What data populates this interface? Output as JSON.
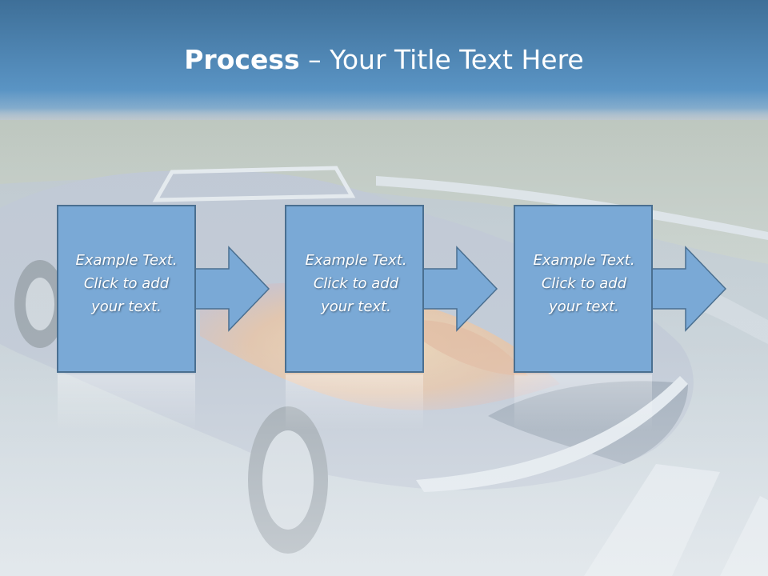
{
  "title": {
    "bold": "Process",
    "dash": " – ",
    "rest": "Your Title Text Here"
  },
  "steps": [
    {
      "text": "Example Text.\nClick  to add\nyour text."
    },
    {
      "text": "Example Text.\nClick  to add\nyour text."
    },
    {
      "text": "Example Text.\nClick  to add\nyour text."
    }
  ],
  "colors": {
    "title_band_top": "#3e6f98",
    "title_band_mid": "#5a94c4",
    "box_fill": "#7aa9d6",
    "box_stroke": "#4a6f90",
    "arrow_fill": "#7aa9d6",
    "overlay": "#dde6ee"
  },
  "background_image": "faded photo of a convertible hot rod car with flame paint job, parked on a road"
}
